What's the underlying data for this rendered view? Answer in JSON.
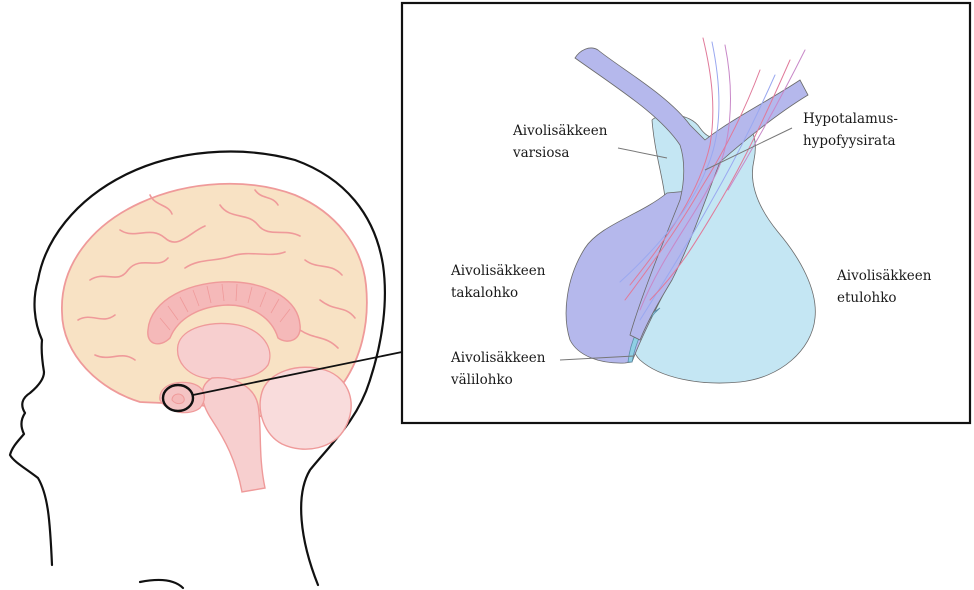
{
  "labels": {
    "stalk": [
      "Aivolisäkkeen",
      "varsiosa"
    ],
    "tract": [
      "Hypotalamus-",
      "hypofyysirata"
    ],
    "posterior": [
      "Aivolisäkkeen",
      "takalohko"
    ],
    "anterior": [
      "Aivolisäkkeen",
      "etulohko"
    ],
    "intermediate": [
      "Aivolisäkkeen",
      "välilohko"
    ]
  },
  "colors": {
    "anterior_lobe": "#c4e6f3",
    "posterior_lobe": "#b5b8ec",
    "intermediate_lobe": "#8fcfe4",
    "brain_fill": "#f8e2c4",
    "brain_lines": "#ef9a9a",
    "nerve_fibers": [
      "#e07a9a",
      "#9aa8f0",
      "#c888c8"
    ]
  }
}
